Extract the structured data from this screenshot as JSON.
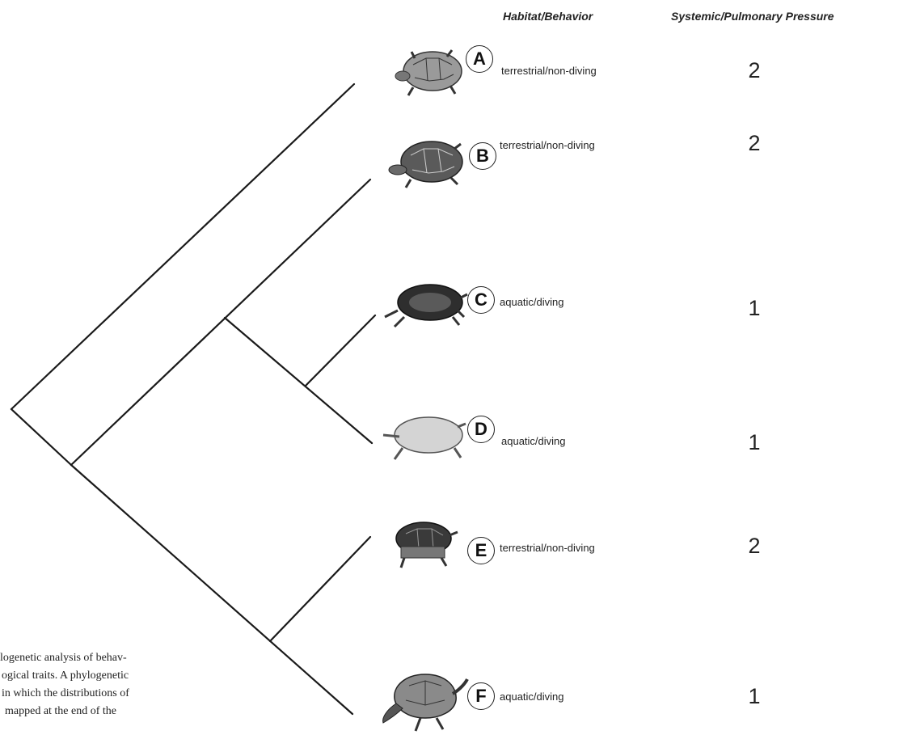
{
  "headers": {
    "habitat": "Habitat/Behavior",
    "pressure": "Systemic/Pulmonary Pressure"
  },
  "taxa": [
    {
      "letter": "A",
      "habitat": "terrestrial/non-diving",
      "pressure": "2",
      "icon": "box-turtle-icon"
    },
    {
      "letter": "B",
      "habitat": "terrestrial/non-diving",
      "pressure": "2",
      "icon": "box-turtle-icon"
    },
    {
      "letter": "C",
      "habitat": "aquatic/diving",
      "pressure": "1",
      "icon": "aquatic-turtle-icon"
    },
    {
      "letter": "D",
      "habitat": "aquatic/diving",
      "pressure": "1",
      "icon": "softshell-turtle-icon"
    },
    {
      "letter": "E",
      "habitat": "terrestrial/non-diving",
      "pressure": "2",
      "icon": "wood-turtle-icon"
    },
    {
      "letter": "F",
      "habitat": "aquatic/diving",
      "pressure": "1",
      "icon": "sea-turtle-icon"
    }
  ],
  "caption": {
    "line1": "logenetic analysis of behav-",
    "line2": "ogical traits. A phylogenetic",
    "line3": "in which the distributions of",
    "line4": "mapped at the end of the"
  },
  "colors": {
    "line": "#1a1a1a",
    "shell_dark": "#3a3a3a",
    "shell_light": "#9a9a9a"
  }
}
